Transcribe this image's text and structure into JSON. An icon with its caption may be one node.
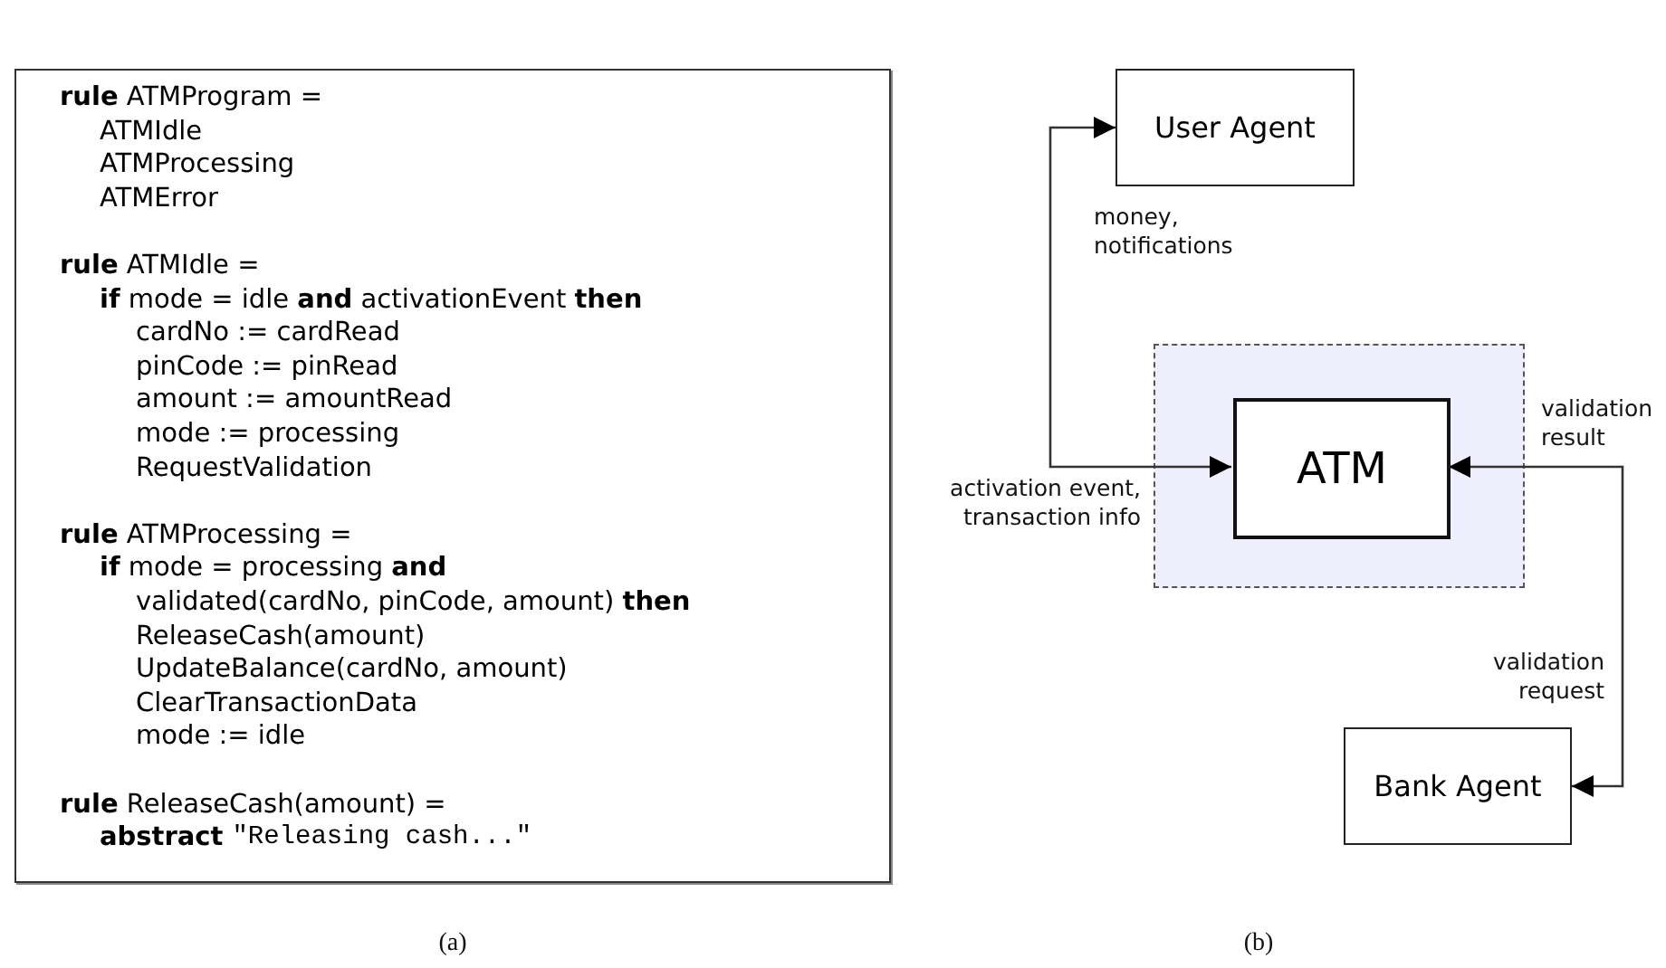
{
  "diagram": {
    "nodes": [
      {
        "text": [
          "**rule** ATMProgram =",
          "ATMIdle",
          "ATMProcessing",
          "ATMError",
          "**rule** ATMIdle =",
          "**if** mode = idle **and** activationEvent **then**",
          "cardNo := cardRead",
          "pinCode := pinRead",
          "amount := amountRead",
          "mode := processing",
          "RequestValidation",
          "**rule** ATMProcessing =",
          "**if** mode = processing **and**",
          "validated(cardNo, pinCode, amount) **then**",
          "ReleaseCash(amount)",
          "UpdateBalance(cardNo, amount)",
          "ClearTransactionData",
          "mode := idle",
          "**rule** ReleaseCash(amount) =",
          "abstract",
          "\"Releasing cash...\""
        ]
      },
      {
        "text": [
          "User Agent"
        ]
      },
      {
        "text": [],
        "shape": "box"
      },
      {
        "text": [
          "ATM"
        ],
        "in": 2
      },
      {
        "text": [
          "Bank Agent"
        ]
      }
    ],
    "edges": [
      {
        "from": 3,
        "to": 1,
        "arrow": "both",
        "label": "money, notifications"
      },
      {
        "from": 3,
        "to": 4,
        "arrow": "both",
        "label": "validation result"
      }
    ],
    "labels": [
      "activation event, transaction info",
      "validation request",
      "(a)",
      "(b)"
    ]
  }
}
